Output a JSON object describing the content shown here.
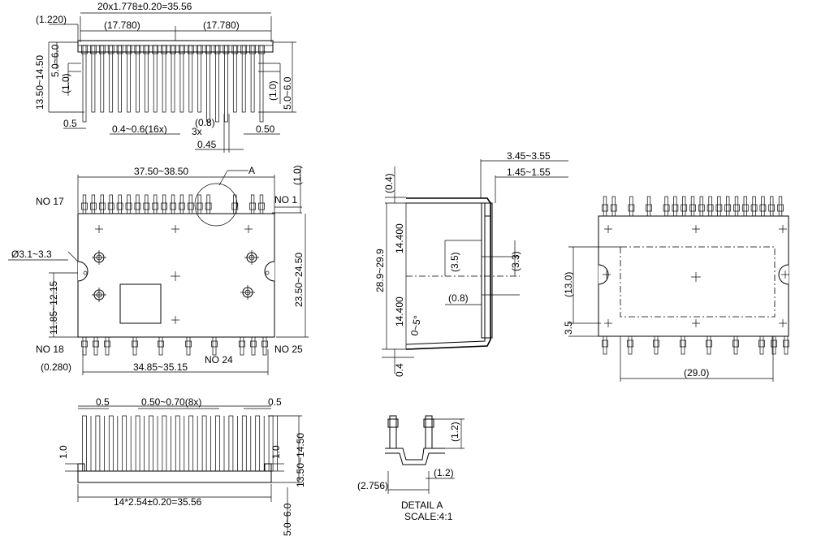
{
  "dimensions": {
    "pitch_total": "20x1.778±0.20=35.56",
    "offset_1220": "(1.220)",
    "half_pitch_a": "(17.780)",
    "half_pitch_b": "(17.780)",
    "lead_height_range": "13.50~14.50",
    "lead_bend_5_6_a": "5.0~6.0",
    "lead_1_0_a": "(1.0)",
    "lead_0_5_a": "0.5",
    "lead_width_16x": "0.4~0.6(16x)",
    "lead_0_8_3x": "(0.8)",
    "lead_3x": "3x",
    "lead_0_45": "0.45",
    "lead_0_50_r": "0.50",
    "lead_1_0_r": "(1.0)",
    "lead_bend_5_6_r": "5.0~6.0",
    "body_length": "37.50~38.50",
    "detail_callout": "A",
    "dim_1_0_top": "(1.0)",
    "pin_no_17": "NO 17",
    "pin_no_1": "NO 1",
    "hole_dia": "Ø3.1~3.3",
    "hole_height": "11.85~12.15",
    "body_height": "23.50~24.50",
    "pin_no_18": "NO 18",
    "pin_no_24": "NO 24",
    "pin_no_25": "NO 25",
    "offset_0280": "(0.280)",
    "row_length": "34.85~35.15",
    "front_0_5_a": "0.5",
    "front_lead_8x": "0.50~0.70(8x)",
    "front_0_5_b": "0.5",
    "front_1_0_l": "1.0",
    "front_1_0_r": "1.0",
    "front_lead_height": "13.50~14.50",
    "front_bend_5_6": "5.0~6.0",
    "front_pitch_total": "14*2.54±0.20=35.56",
    "side_3_45": "3.45~3.55",
    "side_1_45": "1.45~1.55",
    "side_0_4_top": "(0.4)",
    "side_height": "28.9~29.9",
    "side_14_4_a": "14.400",
    "side_3_5": "(3.5)",
    "side_3_3": "(3.3)",
    "side_0_8": "(0.8)",
    "side_14_4_b": "14.400",
    "side_angle": "0~5°",
    "side_0_4_bot": "0.4",
    "detail_1_2_a": "(1.2)",
    "detail_1_2_b": "(1.2)",
    "detail_2_756": "(2.756)",
    "detail_title": "DETAIL A",
    "detail_scale": "SCALE:4:1",
    "back_13_0": "(13.0)",
    "back_3_5": "3.5",
    "back_29_0": "(29.0)"
  }
}
